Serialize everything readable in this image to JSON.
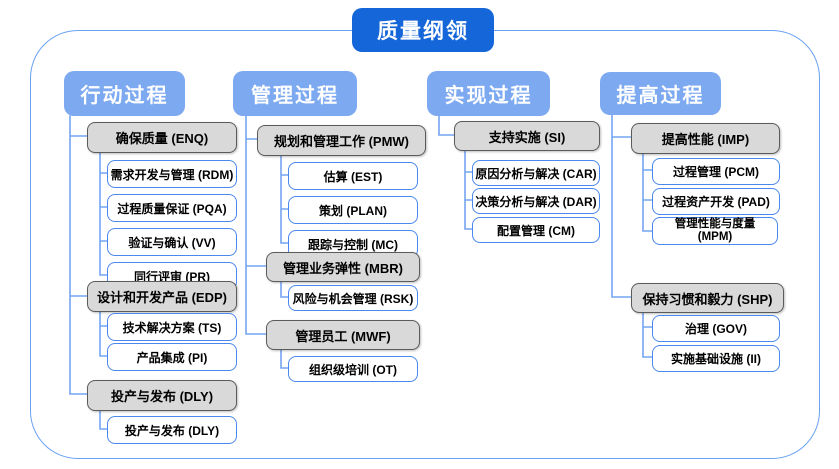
{
  "title": "质量纲领",
  "colors": {
    "title_bg": "#1566d9",
    "column_header_bg": "#7da9f0",
    "group_bg": "#d9d9d9",
    "group_border": "#5b5b5b",
    "leaf_border": "#4a87ee",
    "connector_line": "#74a5f2",
    "frame_border": "#6aa2f3"
  },
  "columns": [
    {
      "label": "行动过程",
      "groups": [
        {
          "label": "确保质量 (ENQ)",
          "children": [
            "需求开发与管理 (RDM)",
            "过程质量保证 (PQA)",
            "验证与确认 (VV)",
            "同行评审 (PR)"
          ]
        },
        {
          "label": "设计和开发产品 (EDP)",
          "children": [
            "技术解决方案 (TS)",
            "产品集成 (PI)"
          ]
        },
        {
          "label": "投产与发布 (DLY)",
          "children": [
            "投产与发布 (DLY)"
          ]
        }
      ]
    },
    {
      "label": "管理过程",
      "groups": [
        {
          "label": "规划和管理工作 (PMW)",
          "children": [
            "估算 (EST)",
            "策划 (PLAN)",
            "跟踪与控制 (MC)"
          ]
        },
        {
          "label": "管理业务弹性 (MBR)",
          "children": [
            "风险与机会管理 (RSK)"
          ]
        },
        {
          "label": "管理员工 (MWF)",
          "children": [
            "组织级培训 (OT)"
          ]
        }
      ]
    },
    {
      "label": "实现过程",
      "groups": [
        {
          "label": "支持实施 (SI)",
          "children": [
            "原因分析与解决 (CAR)",
            "决策分析与解决 (DAR)",
            "配置管理 (CM)"
          ]
        }
      ]
    },
    {
      "label": "提高过程",
      "groups": [
        {
          "label": "提高性能 (IMP)",
          "children": [
            "过程管理 (PCM)",
            "过程资产开发 (PAD)",
            "管理性能与度量 (MPM)"
          ]
        },
        {
          "label": "保持习惯和毅力 (SHP)",
          "children": [
            "治理 (GOV)",
            "实施基础设施 (II)"
          ]
        }
      ]
    }
  ]
}
